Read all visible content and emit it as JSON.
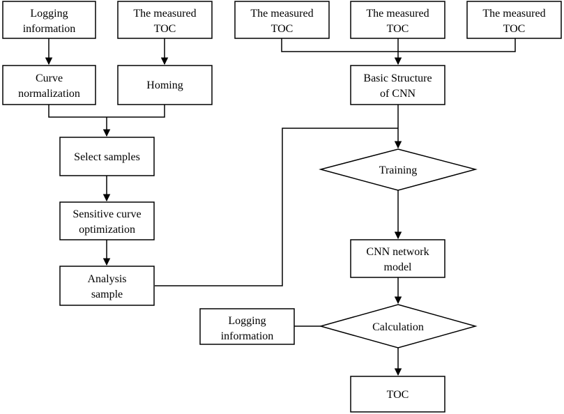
{
  "nodes": {
    "logging_info_top": [
      "Logging",
      "information"
    ],
    "measured_toc_left": [
      "The measured",
      "TOC"
    ],
    "measured_toc_1": [
      "The measured",
      "TOC"
    ],
    "measured_toc_2": [
      "The measured",
      "TOC"
    ],
    "measured_toc_3": [
      "The measured",
      "TOC"
    ],
    "curve_normalization": [
      "Curve",
      "normalization"
    ],
    "homing": [
      "Homing"
    ],
    "basic_structure": [
      "Basic Structure",
      "of CNN"
    ],
    "select_samples": [
      "Select samples"
    ],
    "training": [
      "Training"
    ],
    "sensitive_curve": [
      "Sensitive curve",
      "optimization"
    ],
    "cnn_model": [
      "CNN network",
      "model"
    ],
    "analysis_sample": [
      "Analysis",
      "sample"
    ],
    "logging_info_bottom": [
      "Logging",
      "information"
    ],
    "calculation": [
      "Calculation"
    ],
    "toc_output": [
      "TOC"
    ]
  }
}
